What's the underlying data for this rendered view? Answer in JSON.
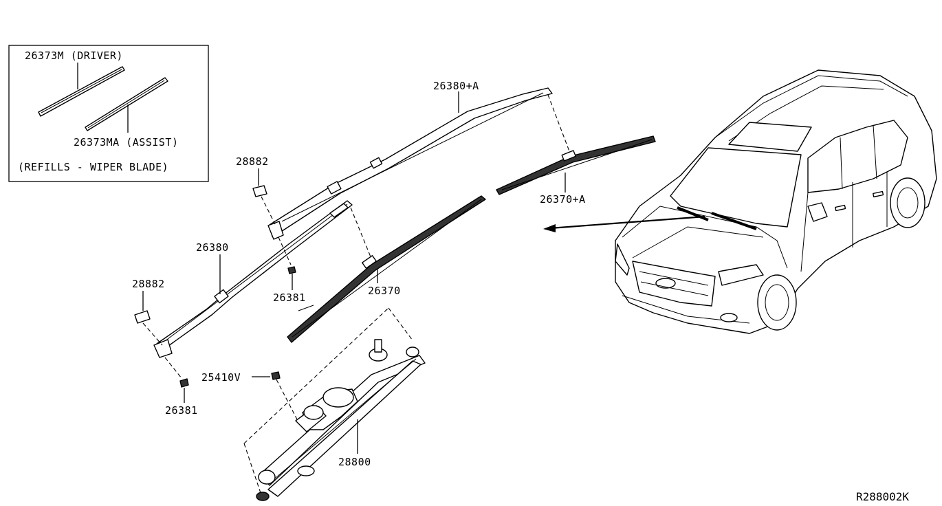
{
  "inset": {
    "label_driver": "26373M (DRIVER)",
    "label_assist": "26373MA (ASSIST)",
    "caption": "(REFILLS - WIPER BLADE)"
  },
  "callouts": {
    "arm_assist": "26380+A",
    "blade_assist": "26370+A",
    "cap_upper": "28882",
    "cap_lower": "28882",
    "arm_driver": "26380",
    "nut_upper": "26381",
    "nut_lower": "26381",
    "blade_driver": "26370",
    "bolt": "25410V",
    "linkage_motor": "28800"
  },
  "reference_code": "R288002K"
}
